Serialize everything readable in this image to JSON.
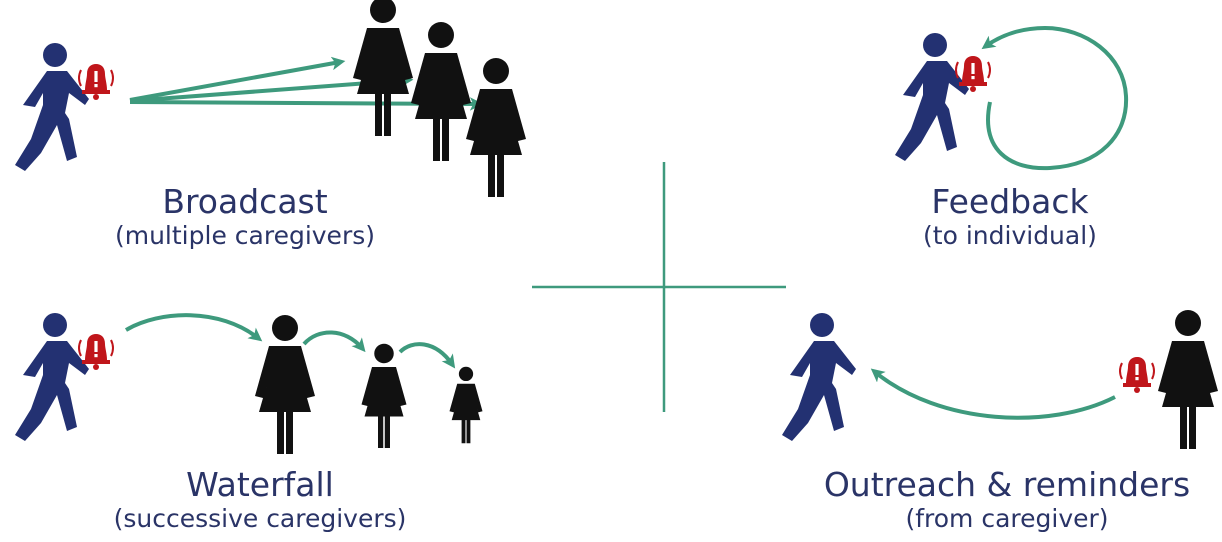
{
  "colors": {
    "walker": "#233172",
    "caregiver": "#111111",
    "arrow": "#3e9a7d",
    "alarm": "#c0161b",
    "text": "#2a3467"
  },
  "icons": [
    "walking-person-icon",
    "caregiver-icon",
    "alarm-bell-icon",
    "arrow-icon"
  ],
  "panels": {
    "broadcast": {
      "title": "Broadcast",
      "subtitle": "(multiple caregivers)"
    },
    "feedback": {
      "title": "Feedback",
      "subtitle": "(to individual)"
    },
    "waterfall": {
      "title": "Waterfall",
      "subtitle": "(successive caregivers)"
    },
    "outreach": {
      "title": "Outreach & reminders",
      "subtitle": "(from caregiver)"
    }
  }
}
